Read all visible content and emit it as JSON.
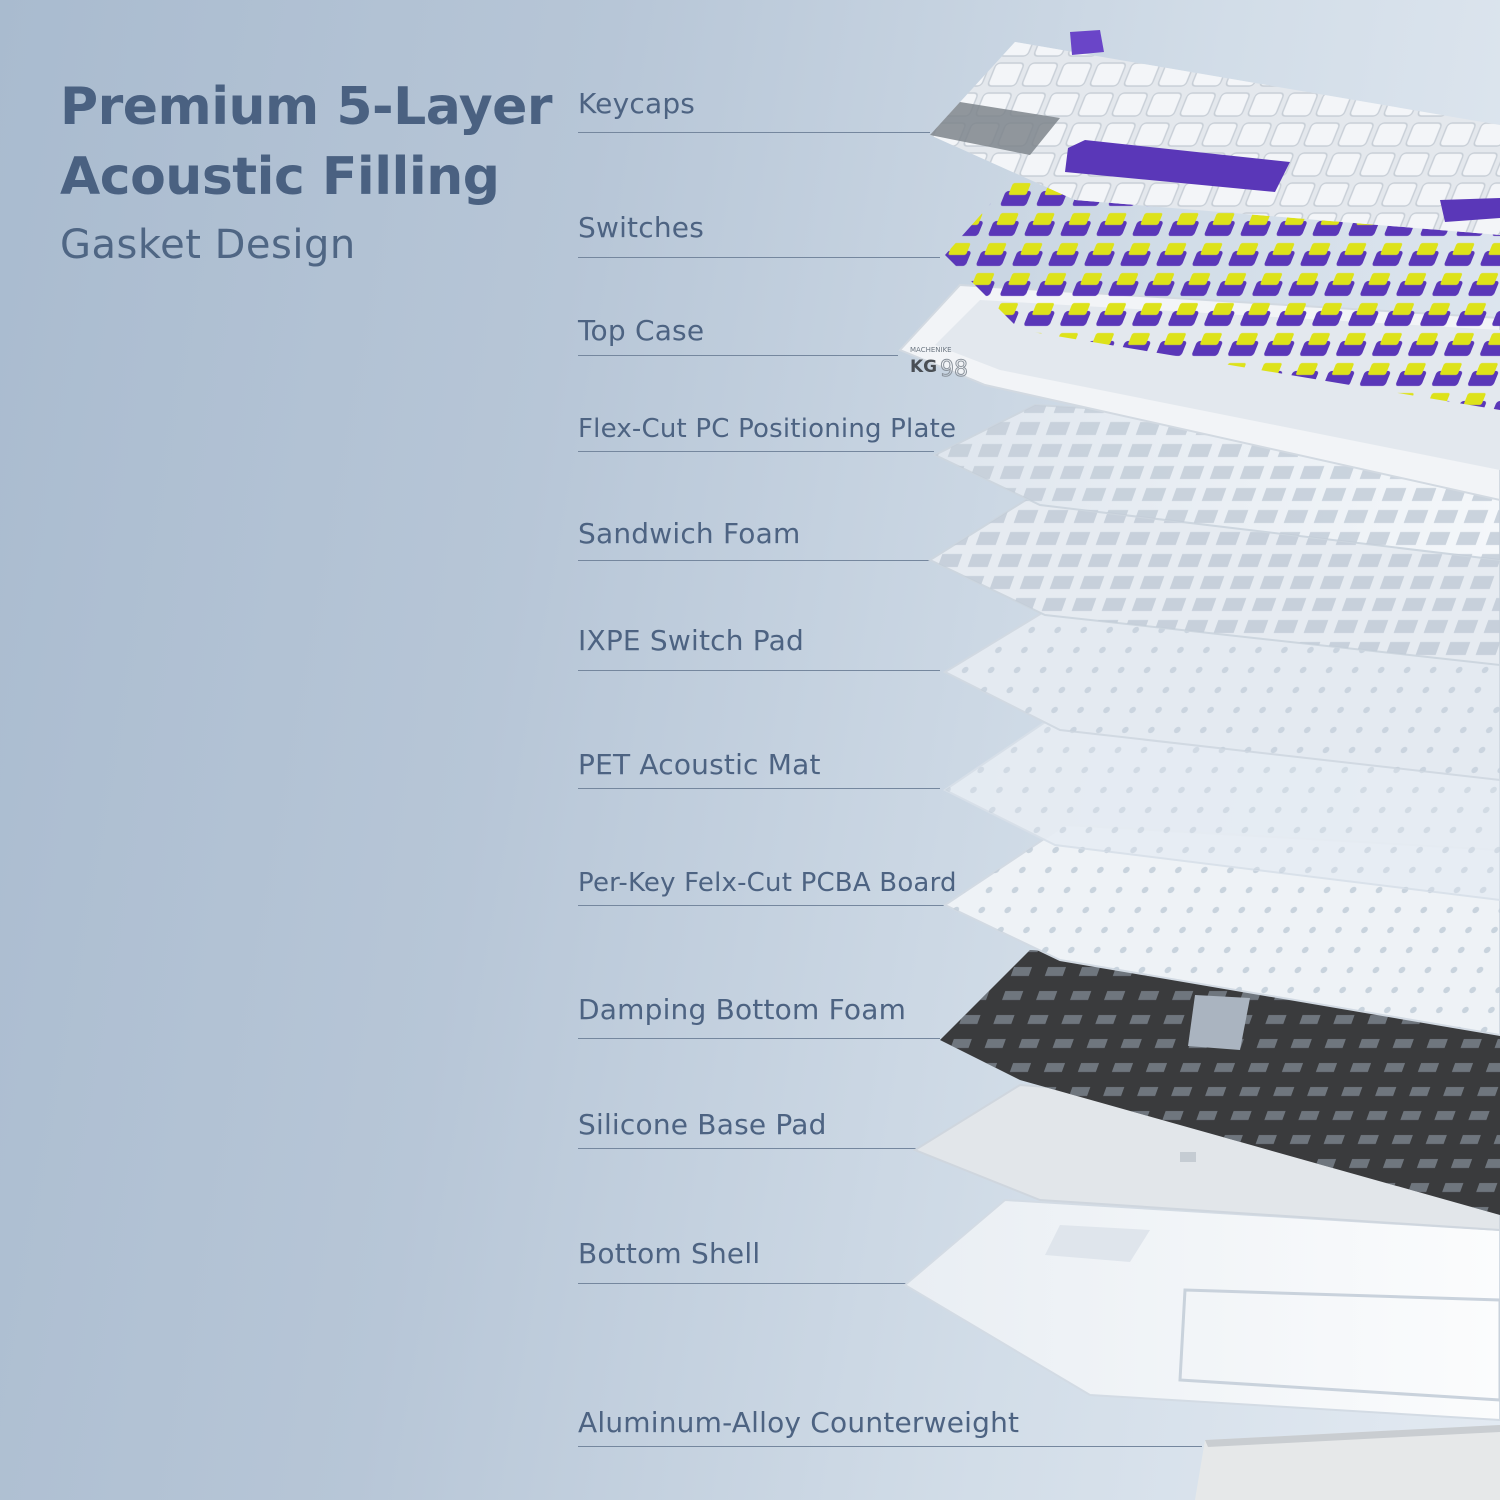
{
  "heading": {
    "line1": "Premium 5-Layer",
    "line2": "Acoustic Filling",
    "subtitle": "Gasket Design"
  },
  "layers": [
    {
      "label": "Keycaps"
    },
    {
      "label": "Switches"
    },
    {
      "label": "Top Case"
    },
    {
      "label": "Flex-Cut PC Positioning Plate"
    },
    {
      "label": "Sandwich Foam"
    },
    {
      "label": "IXPE Switch Pad"
    },
    {
      "label": "PET Acoustic Mat"
    },
    {
      "label": "Per-Key Felx-Cut PCBA Board"
    },
    {
      "label": "Damping Bottom Foam"
    },
    {
      "label": "Silicone Base Pad"
    },
    {
      "label": "Bottom Shell"
    },
    {
      "label": "Aluminum-Alloy Counterweight"
    }
  ],
  "case_badge": {
    "brand": "MACHENIKE",
    "model": "KG",
    "number": "98"
  },
  "colors": {
    "accent_purple": "#5a37b8",
    "switch_yellow": "#dde21a",
    "keycap_white": "#eef1f5",
    "keycap_gray": "#7e858c",
    "bottom_foam": "#3a3b3d",
    "label_text": "#4d6382"
  }
}
